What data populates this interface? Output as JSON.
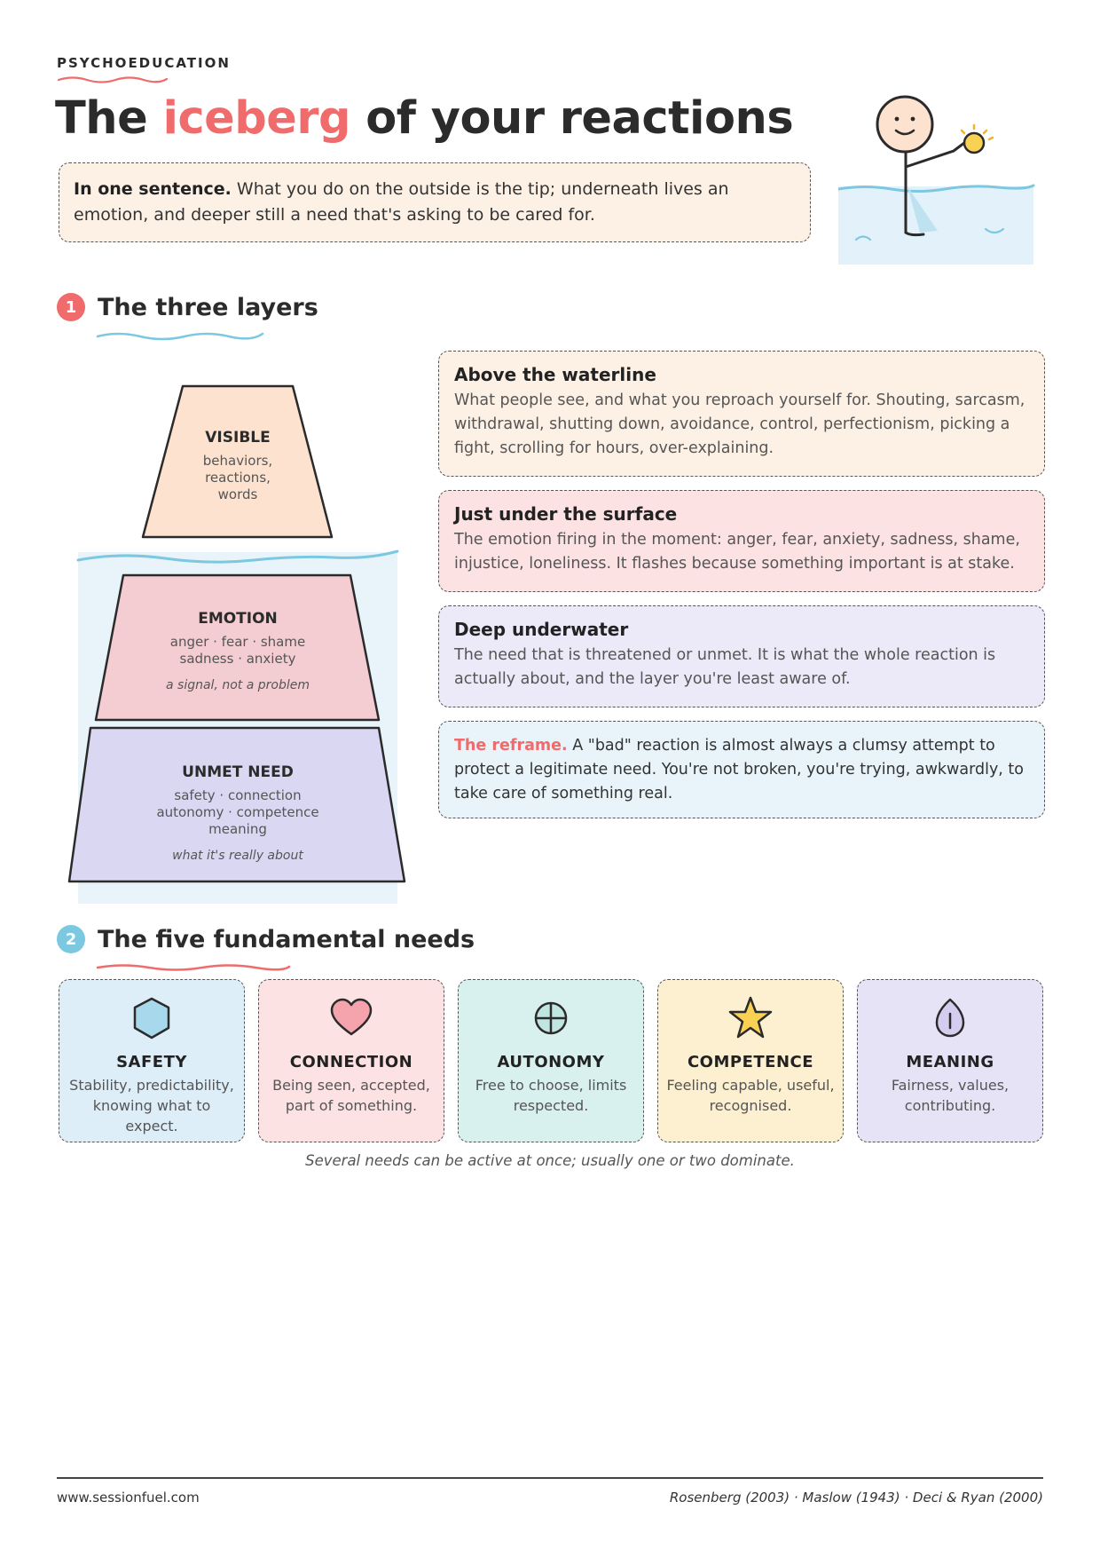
{
  "header": {
    "eyebrow": "PSYCHOEDUCATION",
    "title_before": "The ",
    "title_accent": "iceberg",
    "title_after": " of your reactions",
    "summary_lead": "In one sentence.",
    "summary_text": " What you do on the outside is the tip; underneath lives an emotion, and deeper still a need that's asking to be cared for."
  },
  "section1": {
    "number": "1",
    "title": "The three layers"
  },
  "iceberg": {
    "visible": {
      "title": "VISIBLE",
      "lines": [
        "behaviors,",
        "reactions,",
        "words"
      ]
    },
    "emotion": {
      "title": "EMOTION",
      "lines": [
        "anger · fear · shame",
        "sadness · anxiety"
      ],
      "note": "a signal, not a problem"
    },
    "need": {
      "title": "UNMET NEED",
      "lines": [
        "safety · connection",
        "autonomy · competence",
        "meaning"
      ],
      "note": "what it's really about"
    }
  },
  "layers": [
    {
      "title": "Above the waterline",
      "text": "What people see, and what you reproach yourself for. Shouting, sarcasm, withdrawal, shutting down, avoidance, control, perfectionism, picking a fight, scrolling for hours, over-explaining."
    },
    {
      "title": "Just under the surface",
      "text": "The emotion firing in the moment: anger, fear, anxiety, sadness, shame, injustice, loneliness. It flashes because something important is at stake."
    },
    {
      "title": "Deep underwater",
      "text": "The need that is threatened or unmet. It is what the whole reaction is actually about, and the layer you're least aware of."
    }
  ],
  "reframe": {
    "lead": "The reframe.",
    "text": " A \"bad\" reaction is almost always a clumsy attempt to protect a legitimate need. You're not broken, you're trying, awkwardly, to take care of something real."
  },
  "section2": {
    "number": "2",
    "title": "The five fundamental needs"
  },
  "needs": [
    {
      "icon": "hexagon-icon",
      "title": "SAFETY",
      "text": "Stability, predictability, knowing what to expect."
    },
    {
      "icon": "heart-icon",
      "title": "CONNECTION",
      "text": "Being seen, accepted, part of something."
    },
    {
      "icon": "compass-icon",
      "title": "AUTONOMY",
      "text": "Free to choose, limits respected."
    },
    {
      "icon": "star-icon",
      "title": "COMPETENCE",
      "text": "Feeling capable, useful, recognised."
    },
    {
      "icon": "leaf-icon",
      "title": "MEANING",
      "text": "Fairness, values, contributing."
    }
  ],
  "needs_note": "Several needs can be active at once; usually one or two dominate.",
  "footer": {
    "website": "www.sessionfuel.com",
    "references": "Rosenberg (2003) · Maslow (1943) · Deci & Ryan (2000)"
  },
  "colors": {
    "accent_red": "#f06b6b",
    "accent_blue": "#7cc8e0",
    "visible_fill": "#fde3cf",
    "emotion_fill": "#f3cdd2",
    "need_fill": "#dad7f3",
    "water_fill": "#e8f4fa",
    "safety_bg": "#deeef8",
    "connection_bg": "#fde2e4",
    "autonomy_bg": "#d8f1ee",
    "competence_bg": "#fdf0d0",
    "meaning_bg": "#e7e3f7"
  }
}
